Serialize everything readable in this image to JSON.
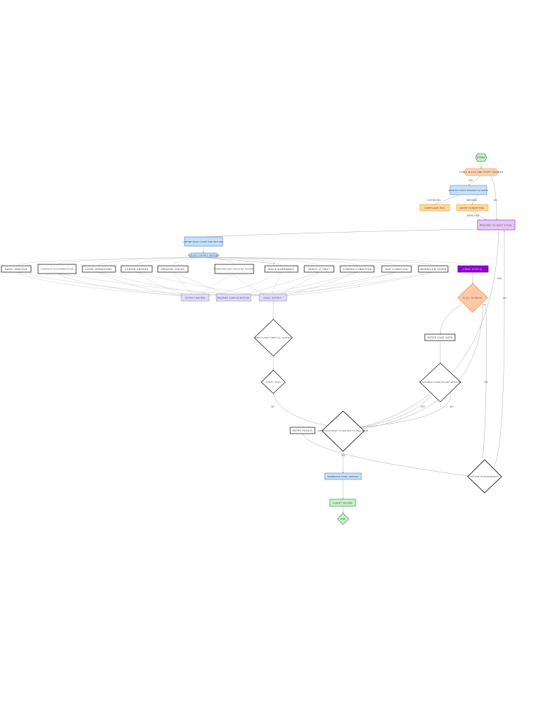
{
  "nodes": {
    "start": "START",
    "hex1": "CHECK BLOCK AND STUFF TRACKER",
    "box1": "MOBILE LOGIC BRANCH SCREEN",
    "orange_left": "CONFIGURE BOX",
    "orange_right": "ADMIN FORMATTING",
    "purple_top": "PROCEED TO NEXT STAGE",
    "blue_mid": "DEFINE BASE LAYER SUB-OPTIONS",
    "hex_mid": "SELECT OUTPUT OPTION",
    "row": [
      "BASIC ANALYSIS",
      "COMPLETE DOCUMENTATION",
      "LAYER OPERATIONS",
      "SORTED ENTRIES",
      "UPDATED STATUS",
      "OVERVIEW AND DETAILED REVIEW",
      "BUILD SUMMARIES",
      "VERIFY IT FIRST",
      "COMPILE CONDITION",
      "MAP CONDITION",
      "WORKFLOW SAVED",
      "FINAL STATUS"
    ],
    "lav1": "OUTPUT REVIEW",
    "lav2": "PREPARE CONFIGURATION",
    "lav3": "FINAL OUTPUT",
    "diamond_main": "DOES OUTPUT MEET ALL CRITERIA",
    "diamond_small": "VERIFY DATA",
    "diamond_peach": "IS ALL OK READY",
    "enter_box": "ENTER CASE DATA",
    "diamond_right_mid": "IS DOCUMENT COMPLETE AND APPROVED",
    "retry_box": "RETRY RESULT",
    "diamond_center": "ARE RESULTS READY TO PROCEED TO FINAL STAGE",
    "diamond_bottom_right": "RETURN TO MAIN BRANCH",
    "blue_bottom": "GENERATE FINAL REPORT",
    "green_bottom": "SUBMIT REVIEW",
    "end": "END"
  },
  "edge_labels": {
    "yes1": "YES",
    "left_branch": "OUTBOUND",
    "right_branch": "INBOUND",
    "no1": "NO",
    "approved": "APPROVED",
    "fail1": "FAIL",
    "no2": "NO",
    "no3": "NO",
    "yes2": "YES",
    "no4": "NO",
    "yes3": "YES",
    "no5": "NO"
  }
}
